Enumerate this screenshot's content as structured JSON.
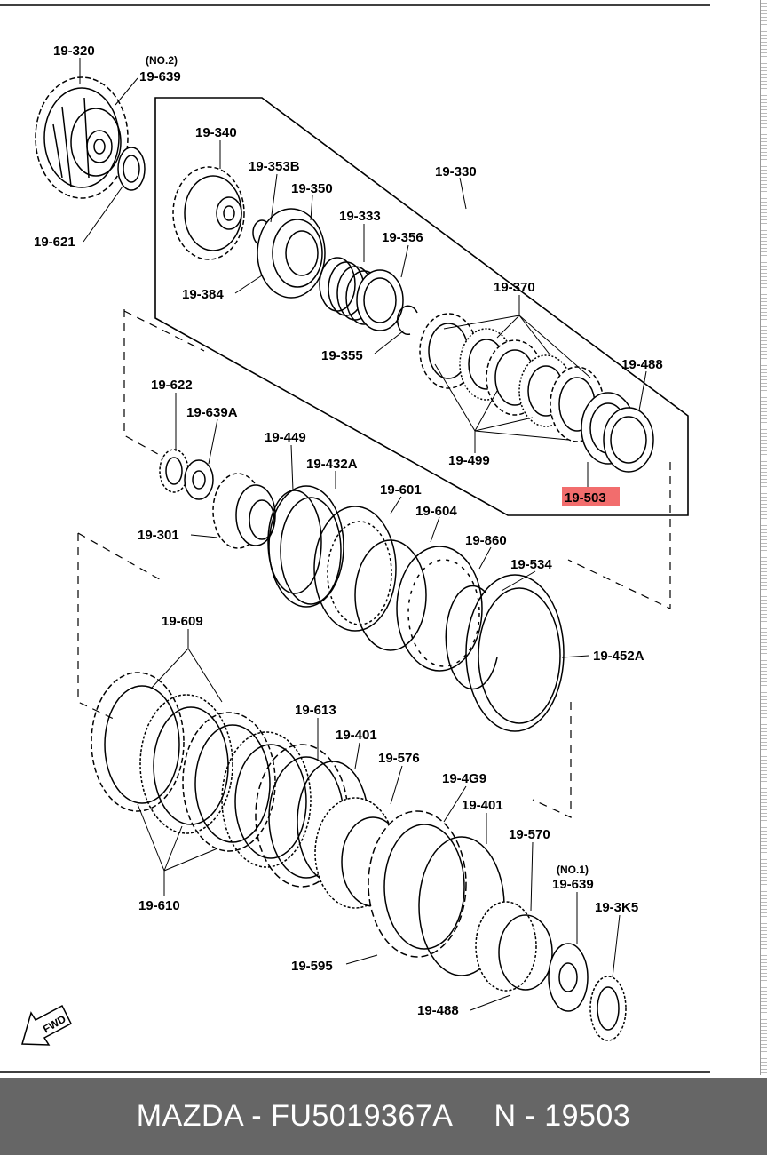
{
  "labels": {
    "p320": "19-320",
    "no2": "(NO.2)",
    "p639_top": "19-639",
    "p621": "19-621",
    "p340": "19-340",
    "p353b": "19-353B",
    "p350": "19-350",
    "p330": "19-330",
    "p333": "19-333",
    "p356": "19-356",
    "p384": "19-384",
    "p355": "19-355",
    "p370": "19-370",
    "p488_top": "19-488",
    "p499": "19-499",
    "p503": "19-503",
    "p622": "19-622",
    "p639a": "19-639A",
    "p449": "19-449",
    "p432a": "19-432A",
    "p601": "19-601",
    "p604": "19-604",
    "p301": "19-301",
    "p860": "19-860",
    "p534": "19-534",
    "p452a": "19-452A",
    "p609": "19-609",
    "p613": "19-613",
    "p401_a": "19-401",
    "p576": "19-576",
    "p4g9": "19-4G9",
    "p401_b": "19-401",
    "p570": "19-570",
    "no1": "(NO.1)",
    "p639_bottom": "19-639",
    "p3k5": "19-3K5",
    "p610": "19-610",
    "p595": "19-595",
    "p488_bottom": "19-488",
    "fwd": "FWD"
  },
  "highlight_color": "#f26d6d",
  "footer": {
    "left": "MAZDA - FU5019367A",
    "right": "N - 19503"
  }
}
